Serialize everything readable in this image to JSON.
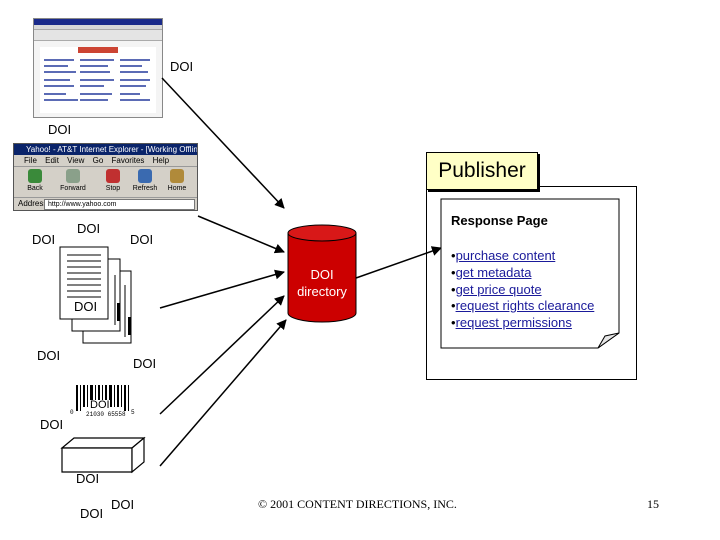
{
  "labels": {
    "doi_thumb": "DOI",
    "doi_above_ie": "DOI",
    "doi_left": "DOI",
    "doi_docs_top": "DOI",
    "doi_docs_right": "DOI",
    "doi_docs_mid": "DOI",
    "doi_docs_bottom_left": "DOI",
    "doi_docs_bottom_right": "DOI",
    "doi_barcode_top": "DOI",
    "doi_barcode_left": "DOI",
    "doi_box_top": "DOI",
    "doi_box_bottom_left": "DOI",
    "doi_box_bottom_right": "DOI"
  },
  "browser_window": {
    "title": "Yahoo! - AT&T Internet Explorer - [Working Offline]",
    "menu": [
      "File",
      "Edit",
      "View",
      "Go",
      "Favorites",
      "Help"
    ],
    "buttons": [
      "Back",
      "Forward",
      "Stop",
      "Refresh",
      "Home"
    ],
    "address_label": "Address",
    "address_value": "http://www.yahoo.com"
  },
  "database": {
    "label": "DOI directory"
  },
  "publisher": {
    "title": "Publisher",
    "response_title": "Response Page",
    "bullets": [
      "purchase content",
      "get metadata",
      "get price quote",
      "request rights clearance",
      "request permissions"
    ]
  },
  "footer": {
    "copyright": "© 2001 CONTENT DIRECTIONS, INC.",
    "page_number": "15"
  },
  "colors": {
    "publisher_fill": "#ffffc6",
    "database_fill": "#cc0000",
    "link": "#1a1a9a"
  }
}
